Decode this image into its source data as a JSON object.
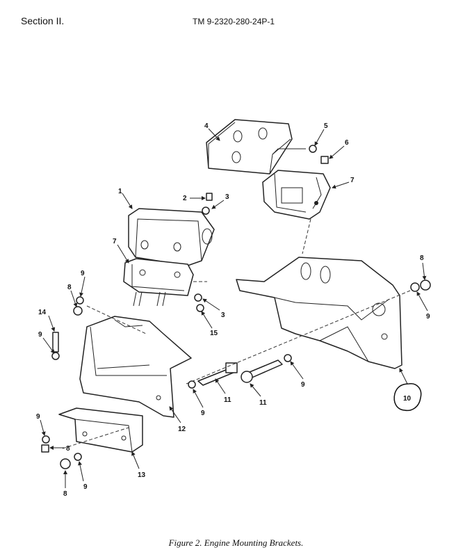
{
  "header": {
    "section": "Section II.",
    "tm_number": "TM 9-2320-280-24P-1"
  },
  "figure": {
    "caption": "Figure 2. Engine Mounting Brackets.",
    "callouts": [
      "1",
      "2",
      "3",
      "3",
      "4",
      "5",
      "6",
      "7",
      "7",
      "8",
      "8",
      "8",
      "8",
      "9",
      "9",
      "9",
      "9",
      "9",
      "9",
      "9",
      "10",
      "11",
      "11",
      "12",
      "13",
      "14",
      "15"
    ]
  }
}
